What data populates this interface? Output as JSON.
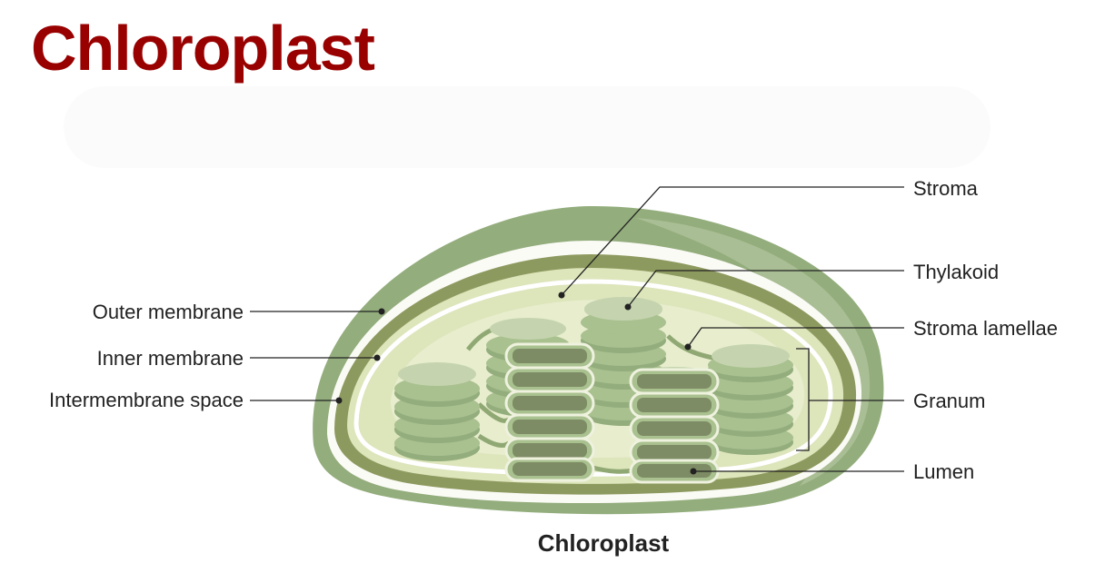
{
  "title": "Chloroplast",
  "caption": "Chloroplast",
  "labels": {
    "outer_membrane": "Outer membrane",
    "inner_membrane": "Inner membrane",
    "intermembrane_space": "Intermembrane space",
    "stroma": "Stroma",
    "thylakoid": "Thylakoid",
    "stroma_lamellae": "Stroma lamellae",
    "granum": "Granum",
    "lumen": "Lumen"
  },
  "colors": {
    "title": "#990000",
    "outer_membrane": "#93ad7c",
    "inner_membrane": "#8d9a5f",
    "stroma": "#dde5bb",
    "thylakoid_disc": "#a9c08f",
    "thylakoid_top": "#c5d4af",
    "lumen": "#7d8c64"
  }
}
